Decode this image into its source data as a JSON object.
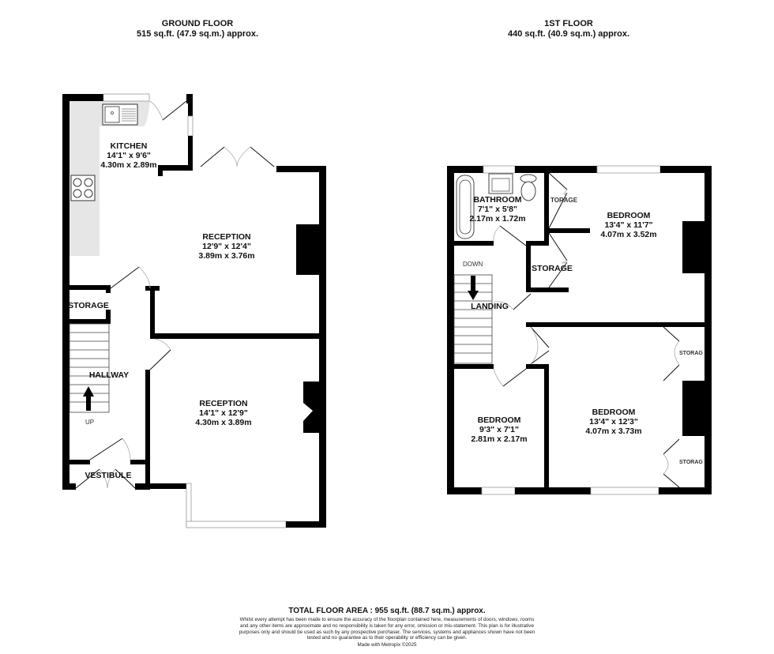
{
  "ground_floor": {
    "title": "GROUND FLOOR",
    "area": "515 sq.ft. (47.9 sq.m.) approx.",
    "rooms": [
      {
        "name": "KITCHEN",
        "imperial": "14'1\"  x 9'6\"",
        "metric": "4.30m  x 2.89m"
      },
      {
        "name": "RECEPTION",
        "imperial": "12'9\"  x 12'4\"",
        "metric": "3.89m  x 3.76m"
      },
      {
        "name": "RECEPTION",
        "imperial": "14'1\"  x 12'9\"",
        "metric": "4.30m  x 3.89m"
      },
      {
        "name": "STORAGE"
      },
      {
        "name": "HALLWAY"
      },
      {
        "name": "VESTIBULE"
      }
    ],
    "stair_label": "UP"
  },
  "first_floor": {
    "title": "1ST FLOOR",
    "area": "440 sq.ft. (40.9 sq.m.) approx.",
    "rooms": [
      {
        "name": "BATHROOM",
        "imperial": "7'1\"  x 5'8\"",
        "metric": "2.17m  x 1.72m"
      },
      {
        "name": "BEDROOM",
        "imperial": "13'4\"  x 11'7\"",
        "metric": "4.07m  x 3.52m"
      },
      {
        "name": "STORAGE"
      },
      {
        "name": "STORAGE"
      },
      {
        "name": "LANDING"
      },
      {
        "name": "BEDROOM",
        "imperial": "9'3\"  x 7'1\"",
        "metric": "2.81m  x 2.17m"
      },
      {
        "name": "BEDROOM",
        "imperial": "13'4\"  x 12'3\"",
        "metric": "4.07m  x 3.73m"
      },
      {
        "name": "STORAG"
      },
      {
        "name": "STORAG"
      }
    ],
    "stair_label": "DOWN",
    "torage_label": "TORAGE"
  },
  "footer": {
    "total": "TOTAL FLOOR AREA : 955 sq.ft. (88.7 sq.m.) approx.",
    "disclaimer": "Whilst every attempt has been made to ensure the accuracy of the floorplan contained here, measurements of doors, windows, rooms and any other items are approximate and no responsibility is taken for any error, omission or mis-statement. This plan is for illustrative purposes only and should be used as such by any prospective purchaser. The services, systems and appliances shown have not been tested and no guarantee as to their operability or efficiency can be given.",
    "credit": "Made with Metropix ©2025"
  },
  "colors": {
    "wall": "#000000",
    "worktop": "#e6e6e6",
    "door_arc": "#aaaaaa",
    "window": "#ffffff"
  }
}
